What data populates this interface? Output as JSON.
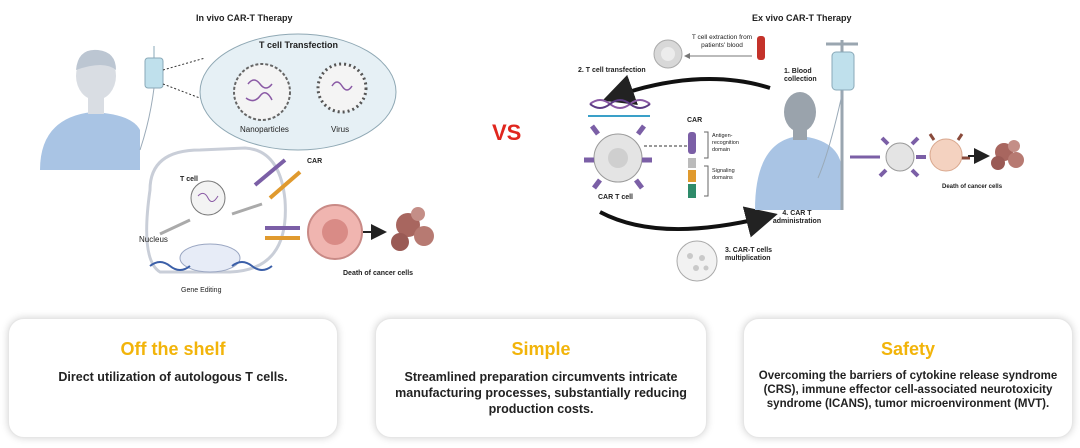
{
  "left_panel": {
    "title": "In vivo CAR-T Therapy",
    "transfection_title": "T cell Transfection",
    "nanoparticles_label": "Nanoparticles",
    "virus_label": "Virus",
    "car_label": "CAR",
    "tcell_label": "T cell",
    "nucleus_label": "Nucleus",
    "gene_editing_label": "Gene Editing",
    "death_label": "Death of cancer cells"
  },
  "vs_label": "VS",
  "right_panel": {
    "title": "Ex vivo CAR-T Therapy",
    "extraction_label": "T cell extraction from patients' blood",
    "step1": "1.  Blood collection",
    "step2": "2. T cell transfection",
    "car_label": "CAR",
    "antigen_domain": "Antigen-recognition domain",
    "signaling_domains": "Signaling domains",
    "car_t_cell": "CAR T cell",
    "step4": "4. CAR T administration",
    "step3": "3. CAR-T cells multiplication",
    "death_label": "Death of cancer cells"
  },
  "cards": [
    {
      "title": "Off the shelf",
      "body": "Direct utilization of autologous T cells."
    },
    {
      "title": "Simple",
      "body": "Streamlined preparation circumvents intricate manufacturing processes, substantially reducing production costs."
    },
    {
      "title": "Safety",
      "body": "Overcoming the barriers of cytokine release syndrome (CRS), immune effector cell-associated neurotoxicity syndrome (ICANS), tumor microenvironment (MVT)."
    }
  ],
  "colors": {
    "accent_yellow": "#f2b40a",
    "vs_red": "#e0261e",
    "patient_blue": "#a9c4e4",
    "car_purple": "#7b5fa6",
    "cancer_pink": "#c98a86"
  }
}
